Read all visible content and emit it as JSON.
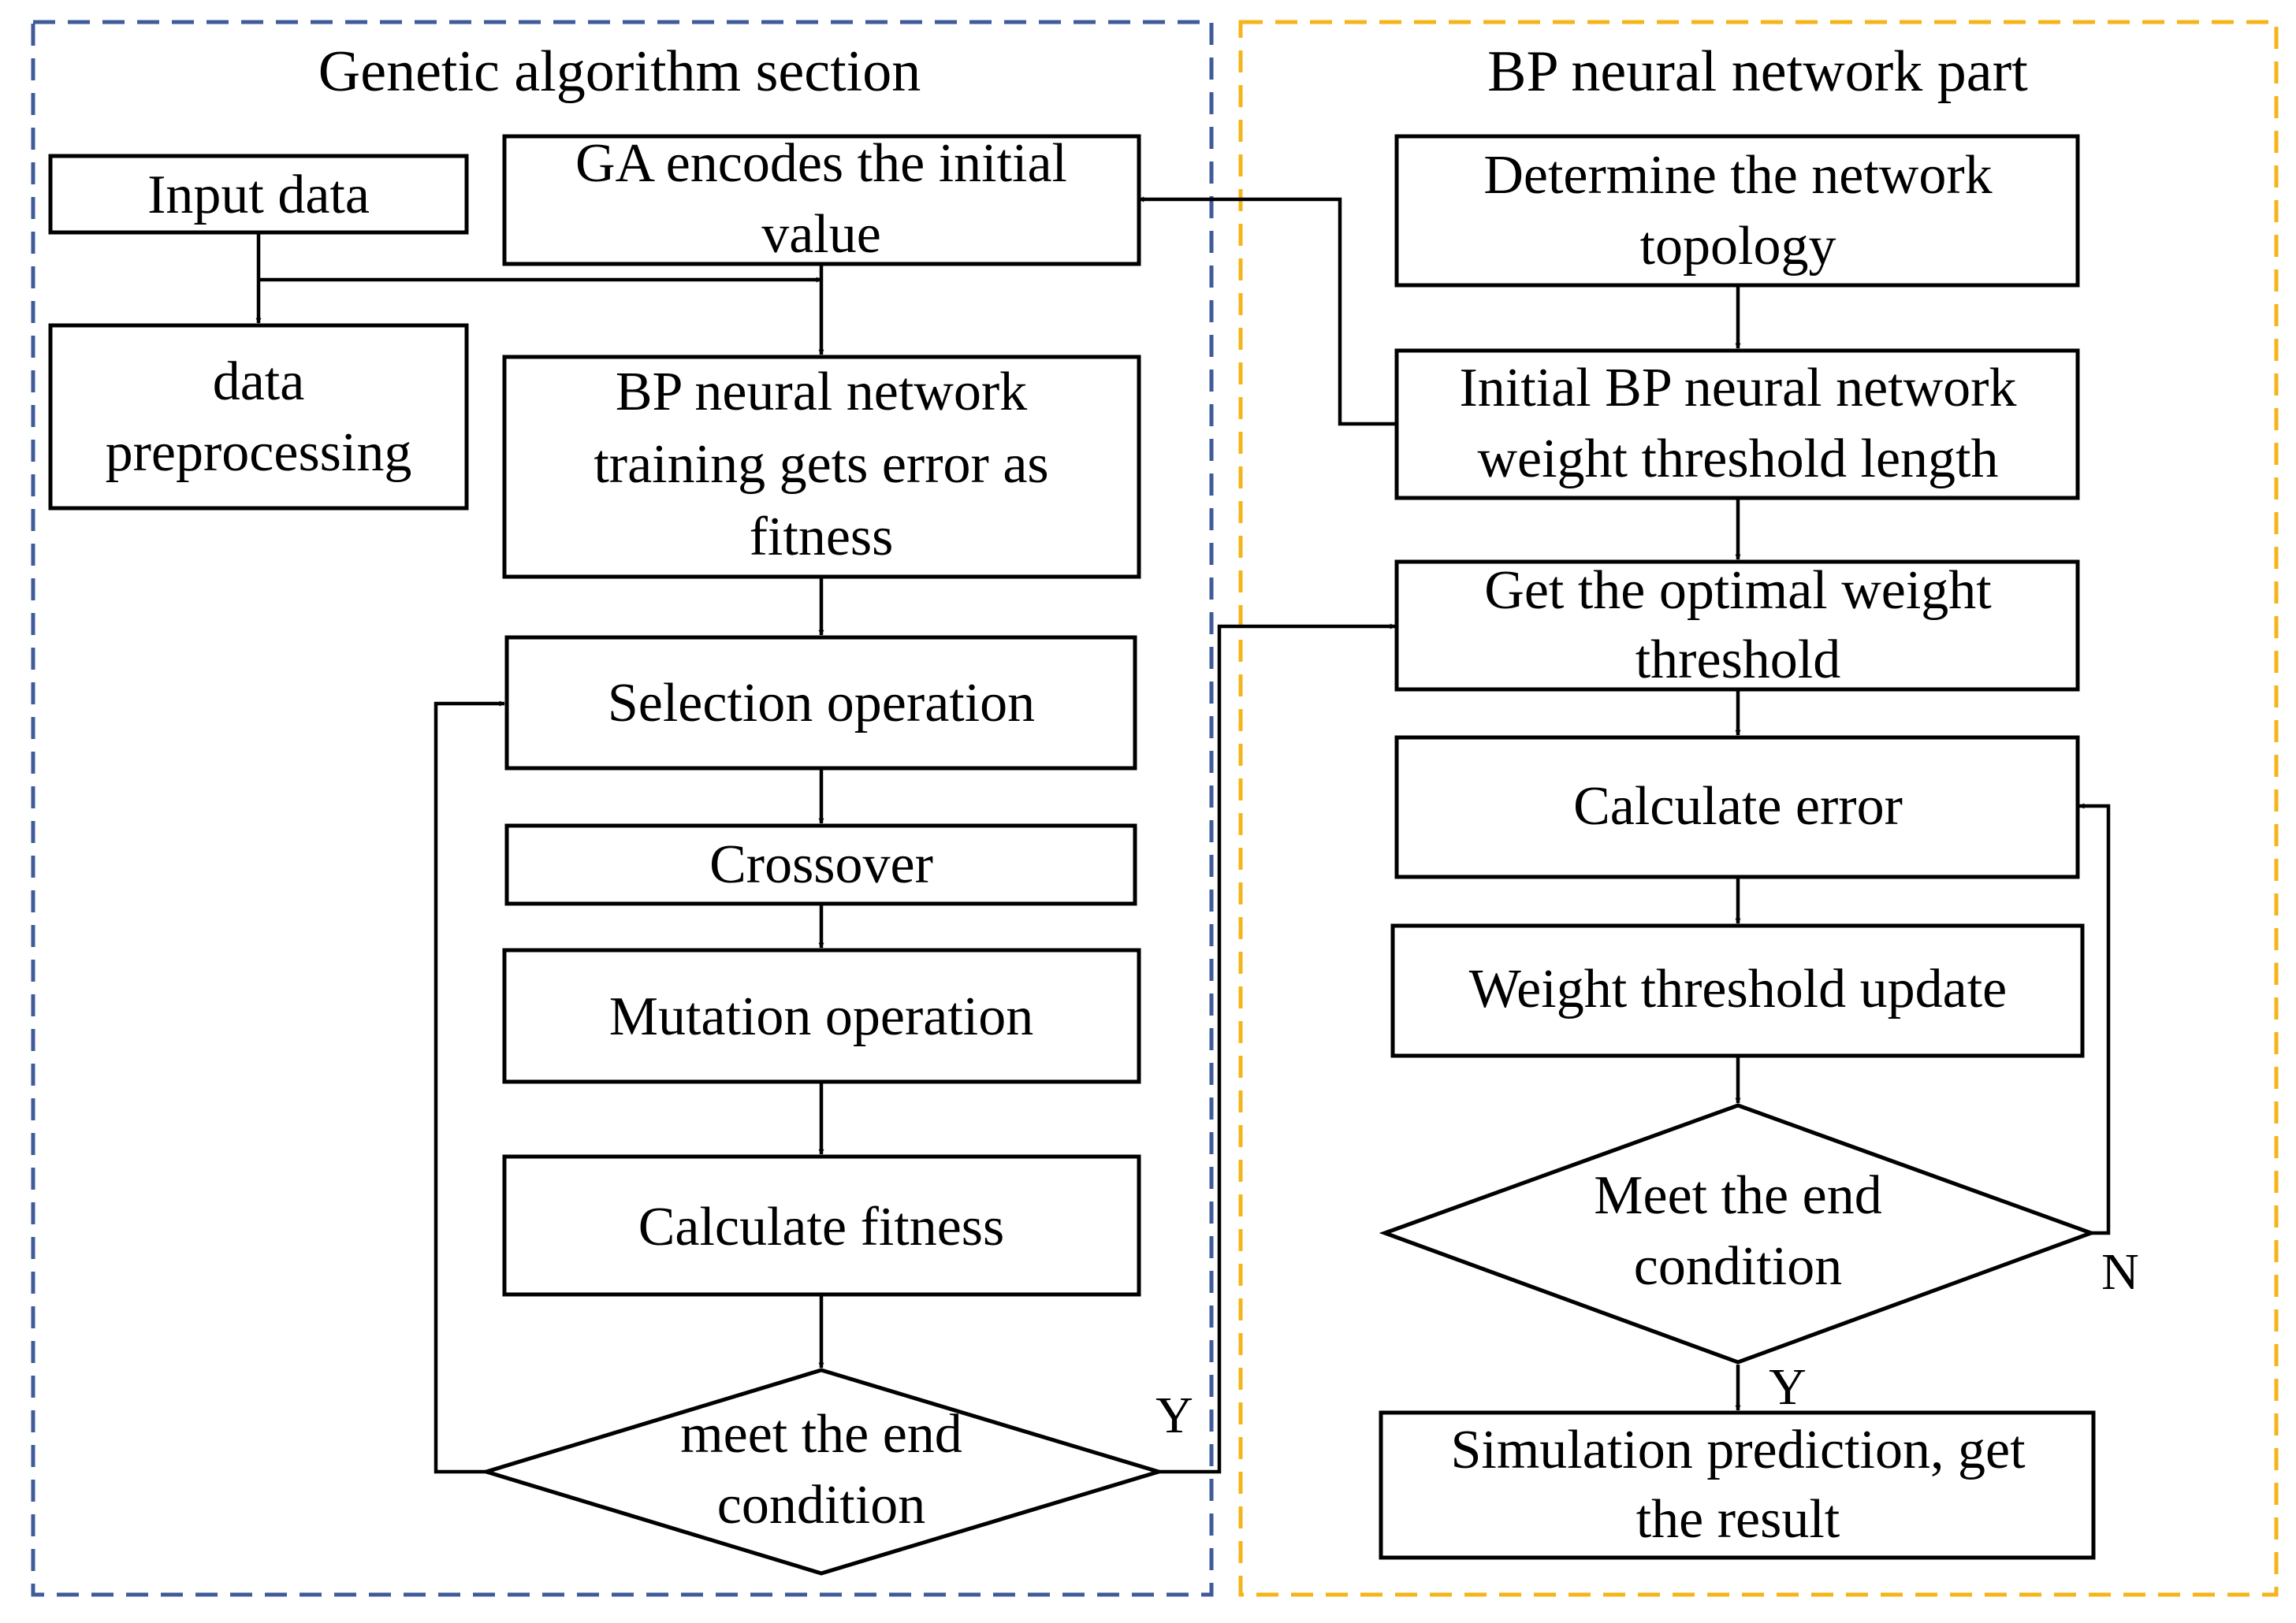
{
  "sections": {
    "genetic": {
      "title": "Genetic algorithm section",
      "border_color": "#3f5b9a"
    },
    "bp": {
      "title": "BP neural network part",
      "border_color": "#f4b41a"
    }
  },
  "nodes": {
    "input_data": {
      "lines": [
        "Input data"
      ]
    },
    "preprocessing": {
      "lines": [
        "data",
        "preprocessing"
      ]
    },
    "ga_encode": {
      "lines": [
        "GA encodes the initial",
        "value"
      ]
    },
    "bp_training": {
      "lines": [
        "BP neural network",
        "training gets error as",
        "fitness"
      ]
    },
    "selection": {
      "lines": [
        "Selection operation"
      ]
    },
    "crossover": {
      "lines": [
        "Crossover"
      ]
    },
    "mutation": {
      "lines": [
        "Mutation operation"
      ]
    },
    "calc_fitness": {
      "lines": [
        "Calculate fitness"
      ]
    },
    "ga_end_condition": {
      "lines": [
        "meet the end",
        "condition"
      ]
    },
    "topology": {
      "lines": [
        "Determine the network",
        "topology"
      ]
    },
    "initial_bp": {
      "lines": [
        "Initial BP neural network",
        "weight threshold length"
      ]
    },
    "optimal_weight": {
      "lines": [
        "Get the optimal weight",
        "threshold"
      ]
    },
    "calc_error": {
      "lines": [
        "Calculate error"
      ]
    },
    "weight_update": {
      "lines": [
        "Weight threshold update"
      ]
    },
    "bp_end_condition": {
      "lines": [
        "Meet the end",
        "condition"
      ]
    },
    "simulation": {
      "lines": [
        "Simulation prediction, get",
        "the result"
      ]
    }
  },
  "branch_labels": {
    "ga_yes": "Y",
    "bp_no": "N",
    "bp_yes": "Y"
  }
}
